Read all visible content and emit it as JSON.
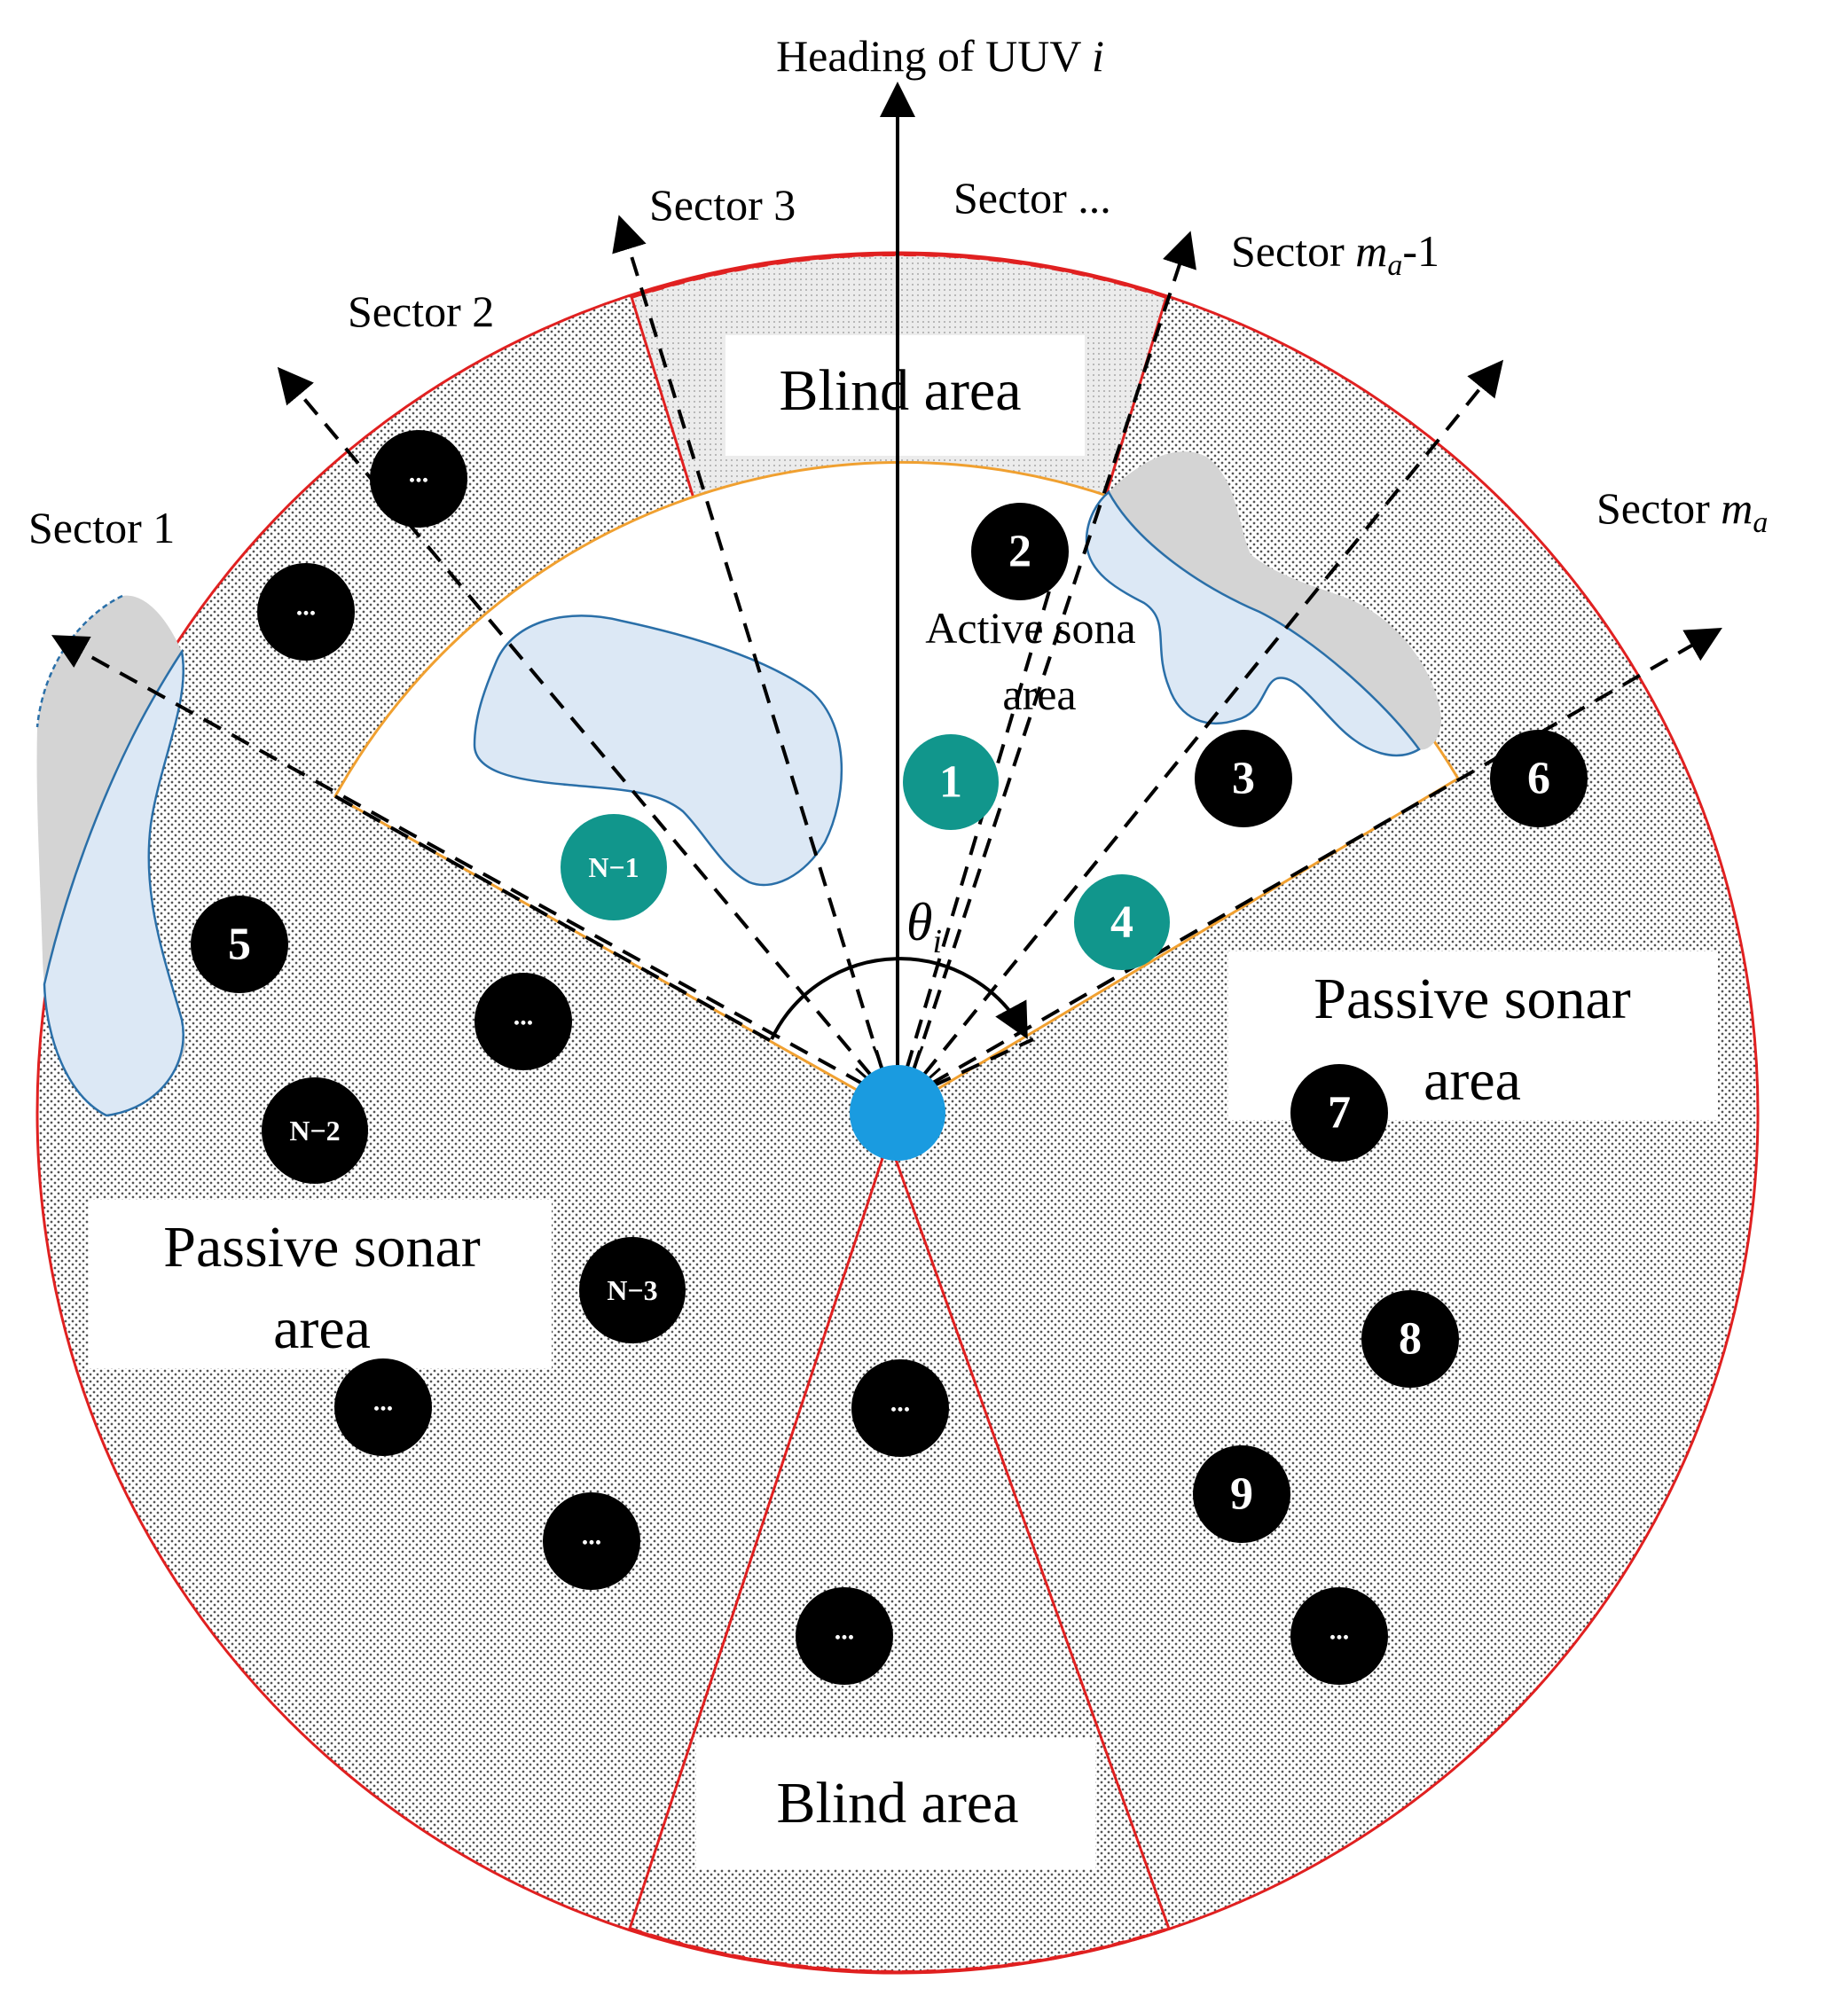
{
  "heading_label": {
    "prefix": "Heading of UUV ",
    "var": "i"
  },
  "sectors": {
    "s1": "Sector 1",
    "s2": "Sector 2",
    "s3": "Sector 3",
    "s_dots": "Sector ...",
    "s_ma1": {
      "prefix": "Sector ",
      "var": "m",
      "sub": "a",
      "suffix": "-1"
    },
    "s_ma": {
      "prefix": "Sector ",
      "var": "m",
      "sub": "a",
      "suffix": ""
    }
  },
  "areas": {
    "blind_top": "Blind area",
    "blind_bottom": "Blind area",
    "active": [
      "Active sona",
      "area"
    ],
    "passive_left": [
      "Passive sonar",
      "area"
    ],
    "passive_right": [
      "Passive sonar",
      "area"
    ]
  },
  "angle_label": {
    "var": "θ",
    "sub": "i"
  },
  "nodes": [
    {
      "id": "1",
      "kind": "active"
    },
    {
      "id": "4",
      "kind": "active"
    },
    {
      "id": "N−1",
      "kind": "active"
    },
    {
      "id": "2",
      "kind": "passive"
    },
    {
      "id": "3",
      "kind": "passive"
    },
    {
      "id": "5",
      "kind": "passive"
    },
    {
      "id": "6",
      "kind": "passive"
    },
    {
      "id": "7",
      "kind": "passive"
    },
    {
      "id": "8",
      "kind": "passive"
    },
    {
      "id": "9",
      "kind": "passive"
    },
    {
      "id": "N−2",
      "kind": "passive"
    },
    {
      "id": "N−3",
      "kind": "passive"
    },
    {
      "id": "...",
      "kind": "passive"
    },
    {
      "id": "...",
      "kind": "passive"
    },
    {
      "id": "...",
      "kind": "passive"
    },
    {
      "id": "...",
      "kind": "passive"
    },
    {
      "id": "...",
      "kind": "passive"
    },
    {
      "id": "...",
      "kind": "passive"
    },
    {
      "id": "...",
      "kind": "passive"
    },
    {
      "id": "...",
      "kind": "passive"
    }
  ],
  "colors": {
    "boundary": "#e02020",
    "active_arc": "#f0a030",
    "obstacle_fill": "#dce8f5",
    "obstacle_stroke": "#2a6fa8",
    "shadow": "#d4d4d4",
    "active_node": "#11968c",
    "passive_node": "#000000",
    "uuv": "#1a9be0"
  }
}
